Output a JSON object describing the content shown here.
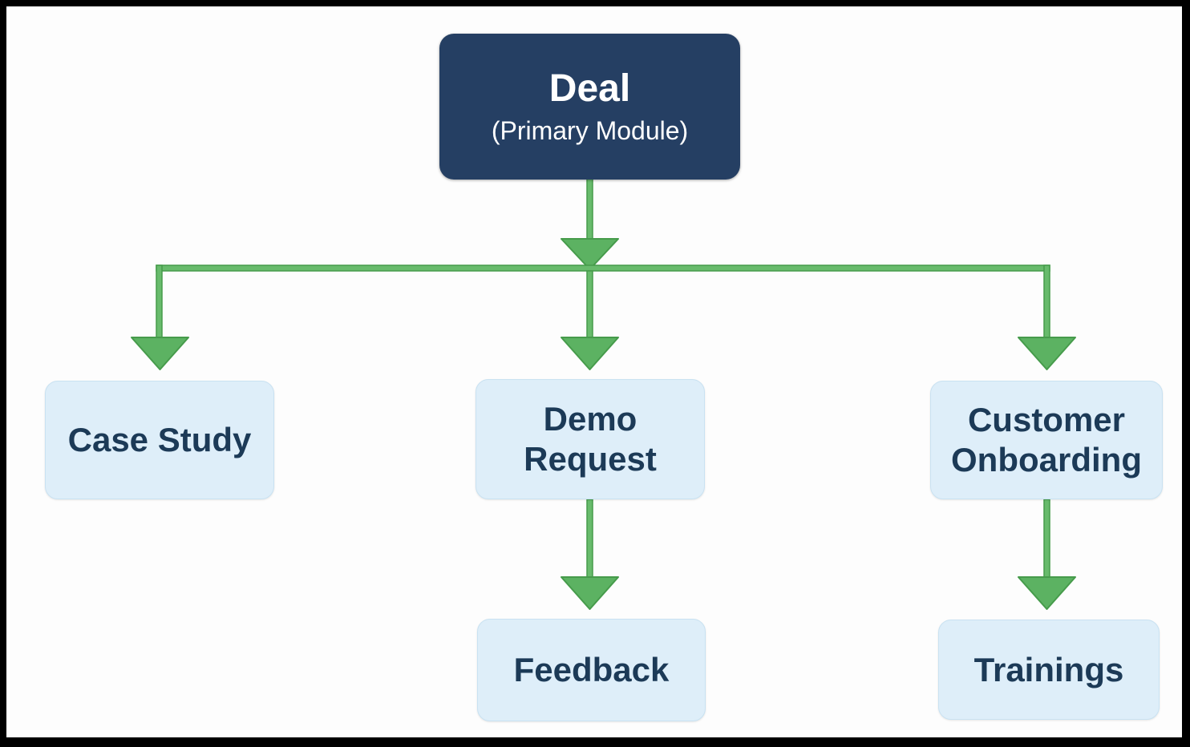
{
  "page": {
    "background_color": "#fdfdfd",
    "frame_color": "#000000"
  },
  "diagram": {
    "type": "flowchart",
    "arrow_fill_color": "#5cb262",
    "arrow_stroke_color": "#469b4b",
    "primary_node_color": "#253f63",
    "child_node_color": "#deeef9",
    "child_text_color": "#1c3a57",
    "nodes": {
      "deal": {
        "title": "Deal",
        "subtitle": "(Primary Module)"
      },
      "case_study": {
        "label": "Case Study"
      },
      "demo_request": {
        "label": "Demo Request"
      },
      "customer_onboarding": {
        "label": "Customer Onboarding"
      },
      "feedback": {
        "label": "Feedback"
      },
      "trainings": {
        "label": "Trainings"
      }
    },
    "edges": [
      {
        "from": "Deal",
        "to": "Case Study"
      },
      {
        "from": "Deal",
        "to": "Demo Request"
      },
      {
        "from": "Deal",
        "to": "Customer Onboarding"
      },
      {
        "from": "Demo Request",
        "to": "Feedback"
      },
      {
        "from": "Customer Onboarding",
        "to": "Trainings"
      }
    ]
  }
}
